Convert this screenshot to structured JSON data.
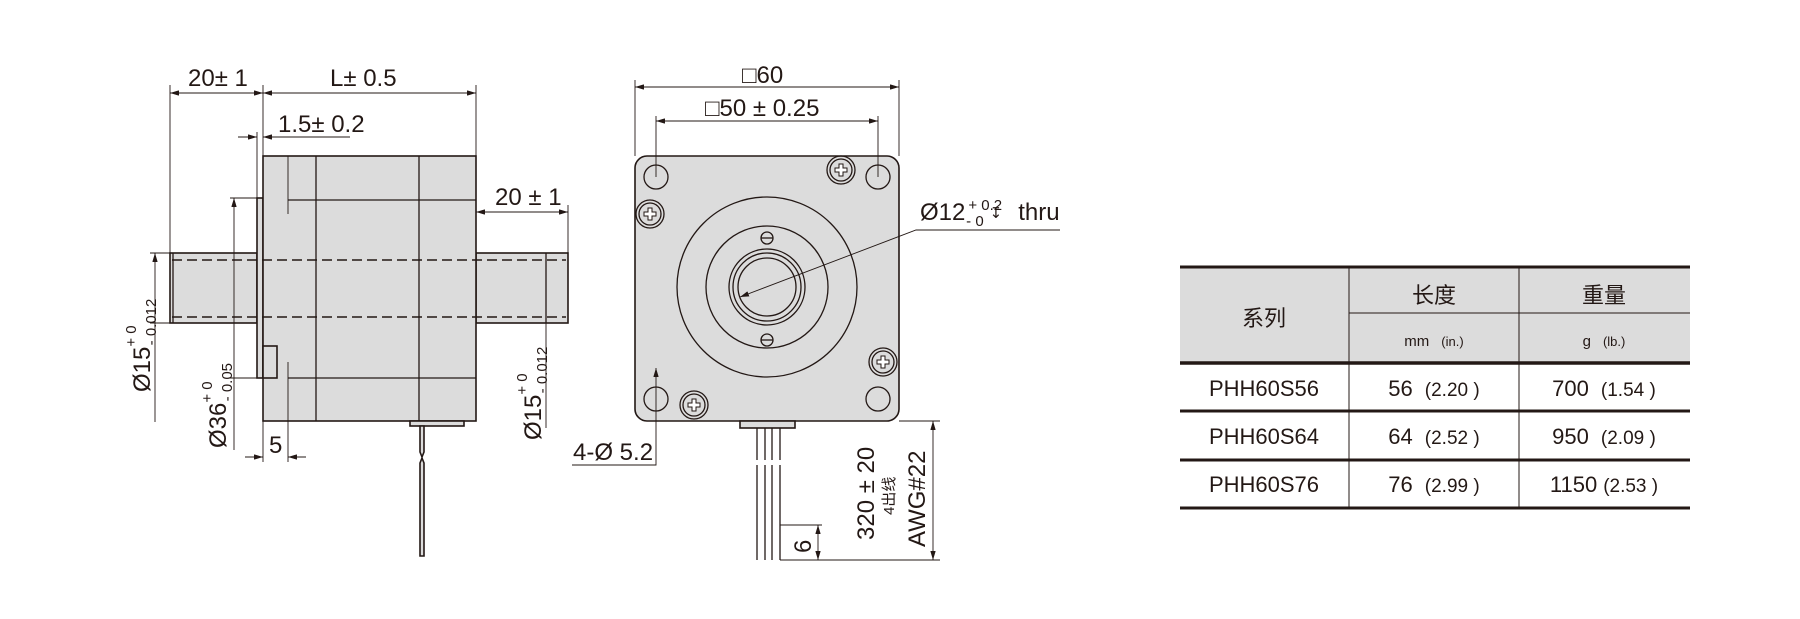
{
  "side_view": {
    "shaft_len_left": "20± 1",
    "body_len": "L± 0.5",
    "flange_thk": "1.5± 0.2",
    "shaft_len_right": "20 ± 1",
    "shaft_dia_left": {
      "base": "Ø15",
      "upper": "+ 0",
      "lower": "- 0.012"
    },
    "pilot_dia": {
      "base": "Ø36",
      "upper": "+ 0",
      "lower": "- 0.05"
    },
    "shaft_dia_right": {
      "base": "Ø15",
      "upper": "+ 0",
      "lower": "- 0.012"
    },
    "key_offset": "5"
  },
  "front_view": {
    "outer_square": "□60",
    "hole_pitch": "□50 ± 0.25",
    "bore": {
      "base": "Ø12",
      "upper": "+ 0.2",
      "lower": "-  0",
      "symbol": "↧",
      "suffix": "thru"
    },
    "mount_holes": "4-Ø 5.2",
    "lead_length": "320 ± 20",
    "lead_count": "4出线",
    "wire_gauge": "AWG#22",
    "strip_len": "6"
  },
  "spec_table": {
    "headers": {
      "series": "系列",
      "length": "长度",
      "weight": "重量",
      "length_unit": "mm",
      "length_unit_alt": "(in.)",
      "weight_unit": "g",
      "weight_unit_alt": "(lb.)"
    },
    "rows": [
      {
        "model": "PHH60S56",
        "length_mm": "56",
        "length_in": "(2.20 )",
        "weight_g": "700",
        "weight_lb": "(1.54 )"
      },
      {
        "model": "PHH60S64",
        "length_mm": "64",
        "length_in": "(2.52 )",
        "weight_g": "950",
        "weight_lb": "(2.09 )"
      },
      {
        "model": "PHH60S76",
        "length_mm": "76",
        "length_in": "(2.99 )",
        "weight_g": "1150",
        "weight_lb": "(2.53 )"
      }
    ]
  }
}
